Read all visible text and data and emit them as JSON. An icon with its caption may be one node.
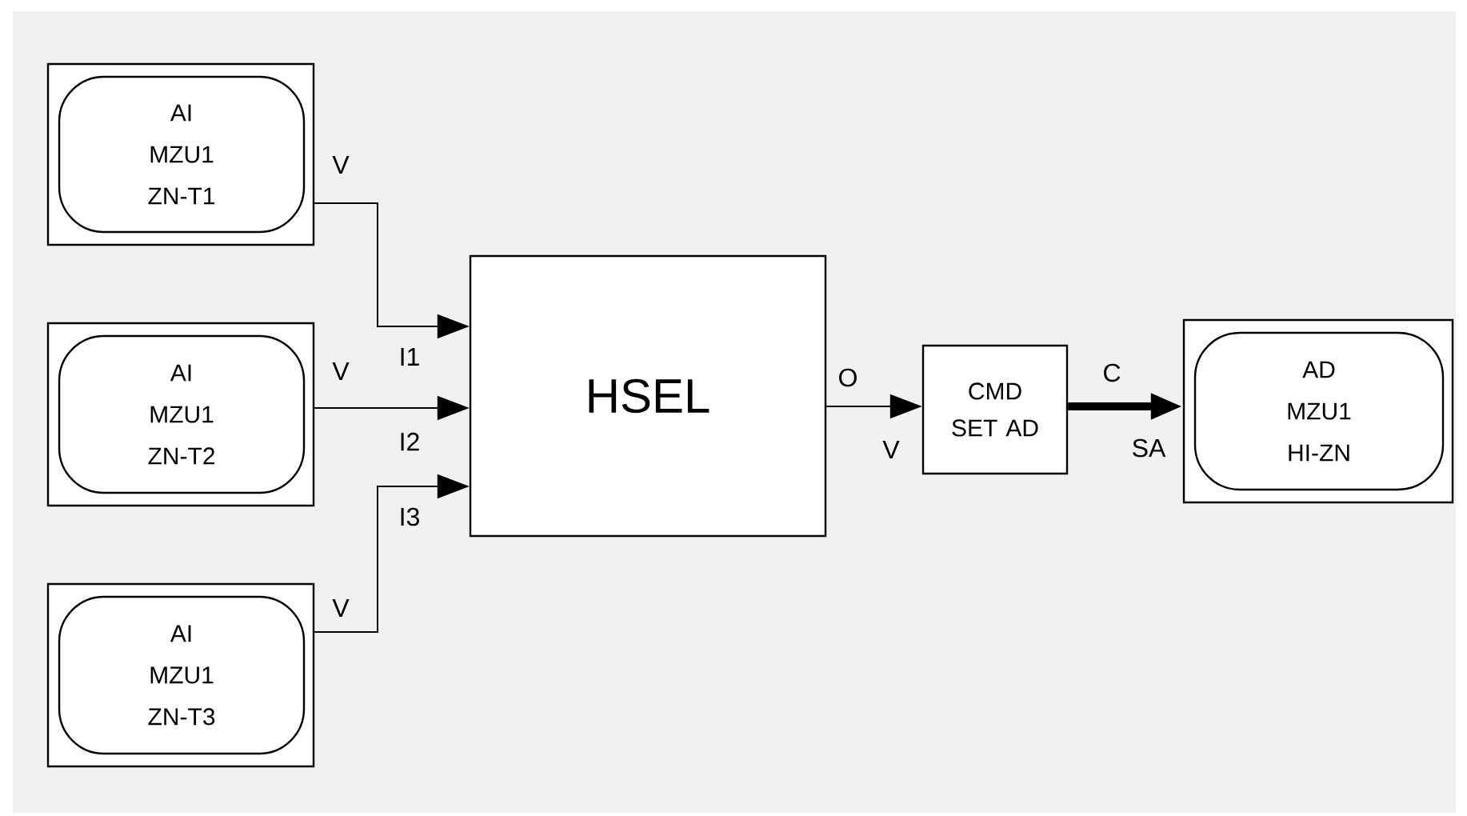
{
  "diagram": {
    "nodes": [
      {
        "text": [],
        "shape": "box"
      },
      {
        "text": [
          "AI MZU1 ZN-T1"
        ],
        "in": 0
      },
      {
        "text": [],
        "shape": "box"
      },
      {
        "text": [
          "AI MZU1 ZN-T2"
        ],
        "in": 2
      },
      {
        "text": [],
        "shape": "box"
      },
      {
        "text": [
          "AI MZU1 ZN-T3"
        ],
        "in": 4
      },
      {
        "text": [
          "HSEL"
        ]
      },
      {
        "text": [
          "CMD SET AD"
        ]
      },
      {
        "text": [],
        "shape": "box"
      },
      {
        "text": [
          "AD MZU1 HI-ZN"
        ],
        "in": 8
      }
    ],
    "edges": [
      {
        "from": 0,
        "to": 6,
        "arrow": "to"
      },
      {
        "from": 2,
        "to": 6,
        "arrow": "to"
      },
      {
        "from": 4,
        "to": 6,
        "arrow": "to"
      },
      {
        "from": 6,
        "to": 7,
        "arrow": "to"
      },
      {
        "from": 7,
        "to": 8,
        "arrow": "to",
        "style": "thick"
      }
    ],
    "labels": [
      "V",
      "I1",
      "V",
      "I2",
      "V",
      "I3",
      "O",
      "V",
      "C",
      "SA"
    ]
  }
}
